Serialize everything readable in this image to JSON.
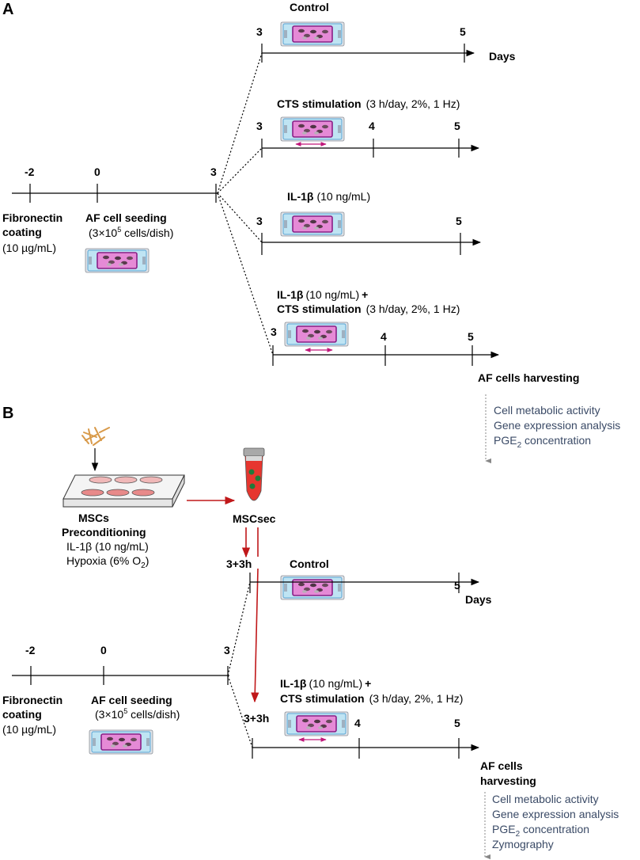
{
  "panel_a": {
    "letter": "A",
    "timeline": {
      "ticks": [
        "-2",
        "0",
        "3"
      ],
      "fibronectin": {
        "title_line1": "Fibronectin",
        "title_line2": "coating",
        "detail": "(10 µg/mL)"
      },
      "seeding": {
        "title": "AF cell seeding",
        "detail_pre": "(3×10",
        "detail_sup": "5",
        "detail_post": " cells/dish)"
      }
    },
    "branches": {
      "control": {
        "title": "Control",
        "start": "3",
        "end": "5",
        "axis_label": "Days"
      },
      "cts": {
        "title": "CTS stimulation",
        "detail": "(3 h/day, 2%, 1 Hz)",
        "start": "3",
        "mid": "4",
        "end": "5"
      },
      "il1b": {
        "title": "IL-1β",
        "detail": "(10 ng/mL)",
        "start": "3",
        "end": "5"
      },
      "combo": {
        "title_a": "IL-1β",
        "detail_a": "(10 ng/mL)",
        "plus": "+",
        "title_b": "CTS stimulation",
        "detail_b": "(3 h/day, 2%, 1 Hz)",
        "start": "3",
        "mid": "4",
        "end": "5"
      }
    },
    "harvest": {
      "title": "AF cells harvesting",
      "analyses": [
        "Cell metabolic activity",
        "Gene expression analysis",
        "PGE",
        "2",
        " concentration"
      ]
    }
  },
  "panel_b": {
    "letter": "B",
    "msc": {
      "title_line1": "MSCs",
      "title_line2": "Preconditioning",
      "detail_line1": "IL-1β (10 ng/mL)",
      "detail_line2_pre": "Hypoxia (6% O",
      "detail_line2_sub": "2",
      "detail_line2_post": ")"
    },
    "mscsec": "MSCsec",
    "timeline": {
      "ticks": [
        "-2",
        "0",
        "3"
      ],
      "fibronectin": {
        "title_line1": "Fibronectin",
        "title_line2": "coating",
        "detail": "(10 µg/mL)"
      },
      "seeding": {
        "title": "AF cell seeding",
        "detail_pre": "(3×10",
        "detail_sup": "5",
        "detail_post": " cells/dish)"
      }
    },
    "branches": {
      "control": {
        "title": "Control",
        "start": "3+3h",
        "end": "5",
        "axis_label": "Days"
      },
      "combo": {
        "title_a": "IL-1β",
        "detail_a": "(10 ng/mL)",
        "plus": "+",
        "title_b": "CTS stimulation",
        "detail_b": "(3 h/day, 2%, 1 Hz)",
        "start": "3+3h",
        "mid": "4",
        "end": "5"
      }
    },
    "harvest": {
      "title_line1": "AF cells",
      "title_line2": "harvesting",
      "analyses": [
        "Cell metabolic activity",
        "Gene expression analysis",
        "PGE",
        "2",
        " concentration",
        "Zymography"
      ]
    }
  }
}
